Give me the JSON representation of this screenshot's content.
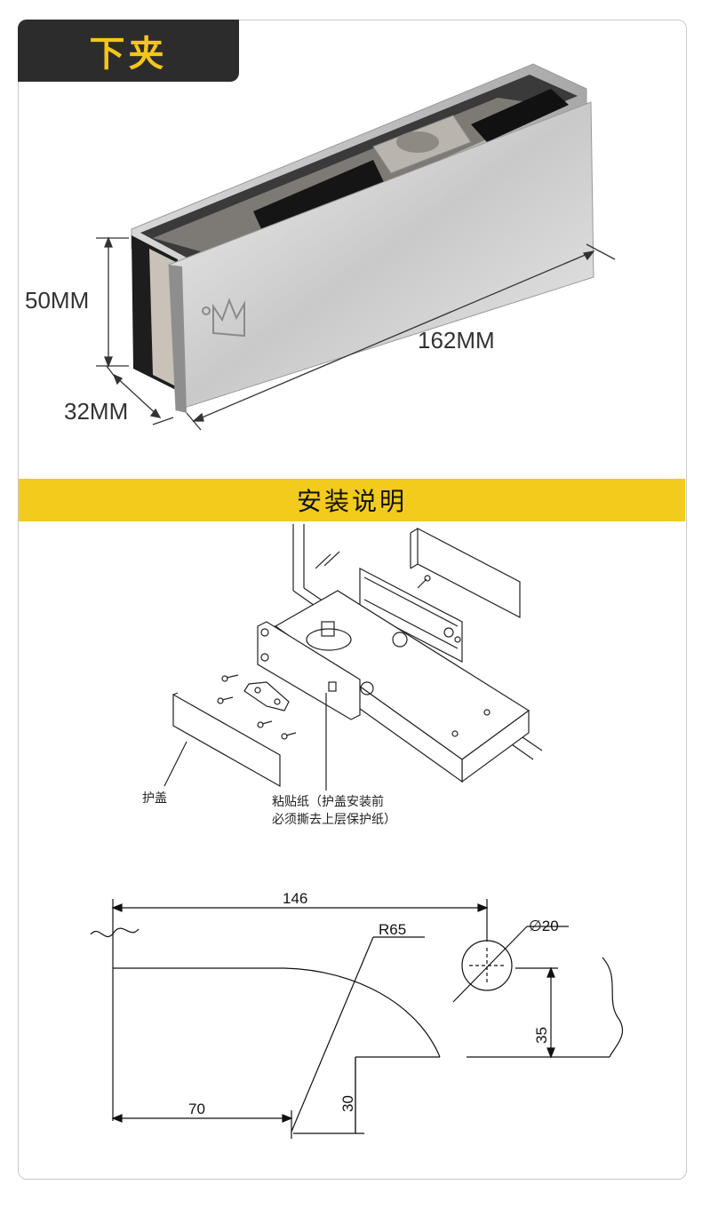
{
  "header": {
    "title": "下夹"
  },
  "product": {
    "dim_height": "50MM",
    "dim_length": "162MM",
    "dim_width": "32MM"
  },
  "section": {
    "title": "安装说明"
  },
  "install": {
    "cover_label": "护盖",
    "sticker_note_line1": "粘贴纸（护盖安装前",
    "sticker_note_line2": "必须撕去上层保护纸）"
  },
  "drawing": {
    "dim_146": "146",
    "radius": "R65",
    "diameter": "∅20",
    "dim_35": "35",
    "dim_30": "30",
    "dim_70": "70"
  }
}
